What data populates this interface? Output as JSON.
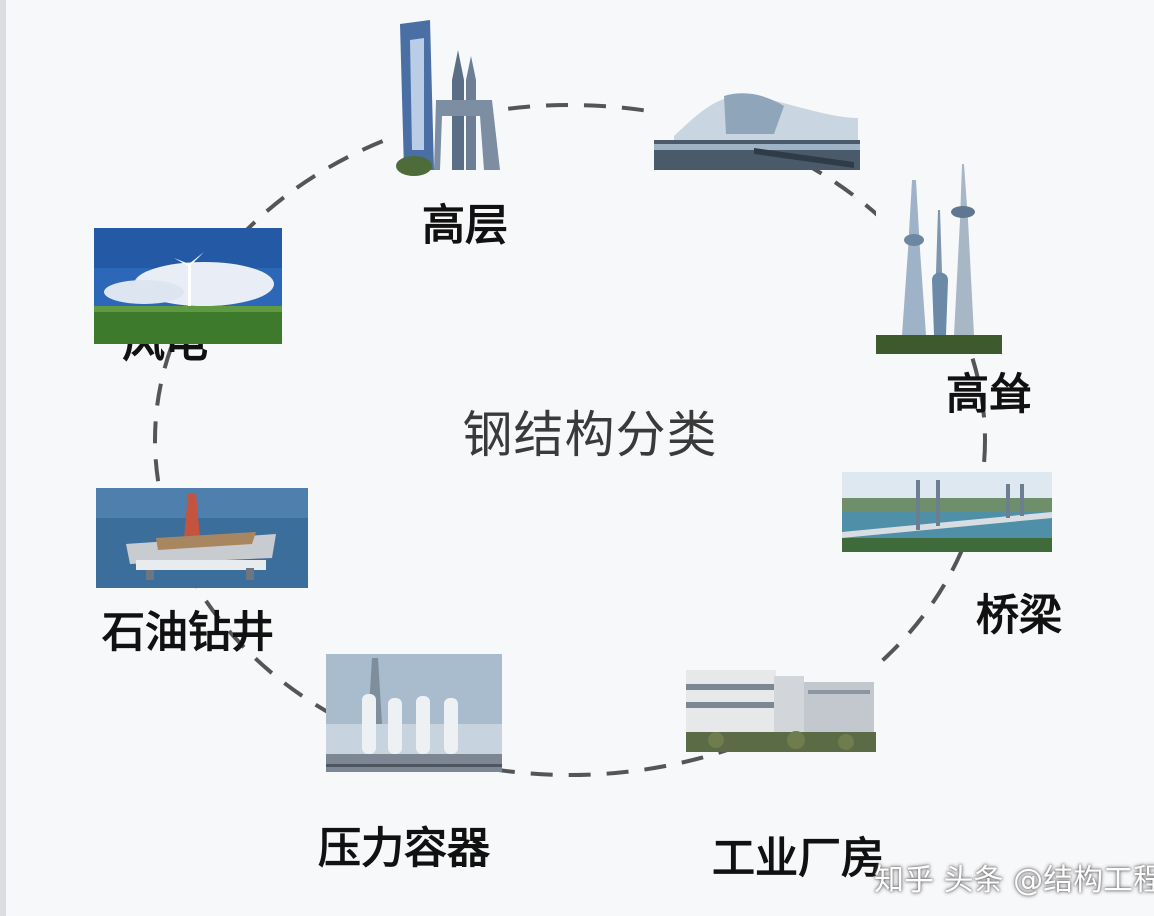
{
  "center_title": "钢结构分类",
  "categories": [
    {
      "label": "高层",
      "picture": "skyscraper-image"
    },
    {
      "label": "",
      "picture": "stadium-image"
    },
    {
      "label": "高耸",
      "picture": "tv-tower-image"
    },
    {
      "label": "桥梁",
      "picture": "bridge-image"
    },
    {
      "label": "工业厂房",
      "picture": "factory-image"
    },
    {
      "label": "压力容器",
      "picture": "pressure-vessel-image"
    },
    {
      "label": "石油钻井",
      "picture": "oil-rig-image"
    },
    {
      "label": "风电",
      "picture": "wind-turbine-image"
    }
  ],
  "watermark": "知乎 头条 @结构工程",
  "colors": {
    "ring": "#555555",
    "label": "#111111",
    "title": "#3a3a3a",
    "background": "#f7f8fa"
  }
}
